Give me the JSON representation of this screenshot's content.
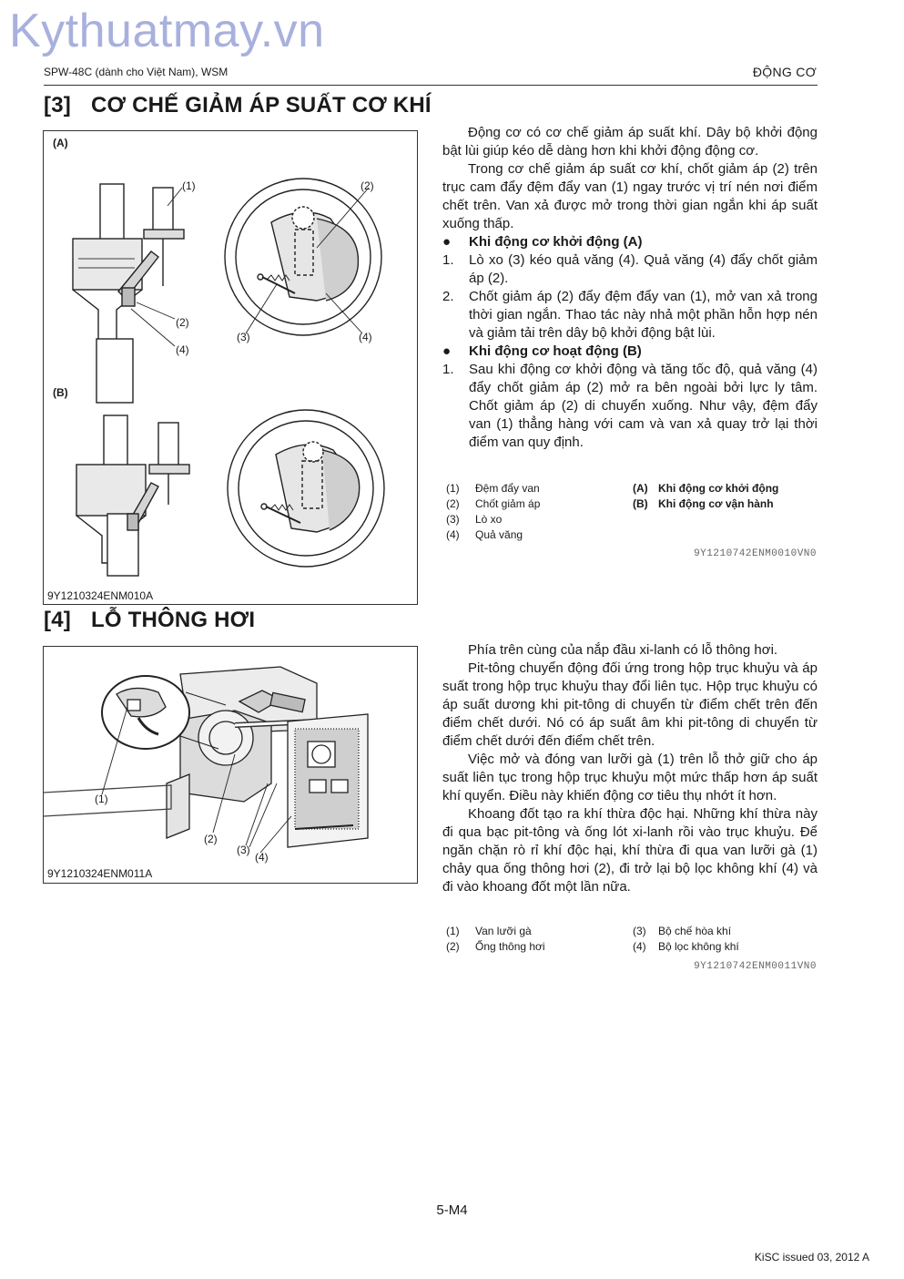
{
  "watermark": "Kythuatmay.vn",
  "header": {
    "left": "SPW-48C (dành cho Việt Nam), WSM",
    "right": "ĐỘNG CƠ"
  },
  "section3": {
    "number": "[3]",
    "title": "CƠ CHẾ GIẢM ÁP SUẤT CƠ KHÍ",
    "figure": {
      "label_a": "(A)",
      "label_b": "(B)",
      "callouts": [
        "(1)",
        "(2)",
        "(3)",
        "(4)"
      ],
      "code": "9Y1210324ENM010A"
    },
    "paragraphs": [
      "Động cơ có cơ chế giảm áp suất khí. Dây bộ khởi động bật lùi giúp kéo dễ dàng hơn khi khởi động động cơ.",
      "Trong cơ chế giảm áp suất cơ khí, chốt giảm áp (2) trên trục cam đẩy đệm đẩy van (1) ngay trước vị trí nén nơi điểm chết trên. Van xả được mở trong thời gian ngắn khi áp suất xuống thấp."
    ],
    "bullet_start": "Khi động cơ khởi động (A)",
    "start_items": [
      {
        "n": "1.",
        "text": "Lò xo (3) kéo quả văng (4). Quả văng (4) đẩy chốt giảm áp (2)."
      },
      {
        "n": "2.",
        "text": "Chốt giảm áp (2) đẩy đệm đẩy van (1), mở van xả trong thời gian ngắn. Thao tác này nhả một phần hỗn hợp nén và giảm tải trên dây bộ khởi động bật lùi."
      }
    ],
    "bullet_run": "Khi động cơ hoạt động (B)",
    "run_items": [
      {
        "n": "1.",
        "text": "Sau khi động cơ khởi động và tăng tốc độ, quả văng (4) đẩy chốt giảm áp (2) mở ra bên ngoài bởi lực ly tâm. Chốt giảm áp (2) di chuyển xuống. Như vậy, đệm đẩy van (1) thẳng hàng với cam và van xả quay trở lại thời điểm van quy định."
      }
    ],
    "legend_left": [
      {
        "k": "(1)",
        "v": "Đệm đẩy van"
      },
      {
        "k": "(2)",
        "v": "Chốt giảm áp"
      },
      {
        "k": "(3)",
        "v": "Lò xo"
      },
      {
        "k": "(4)",
        "v": "Quả văng"
      }
    ],
    "legend_right": [
      {
        "k": "(A)",
        "v": "Khi động cơ khởi động"
      },
      {
        "k": "(B)",
        "v": "Khi động cơ vận hành"
      }
    ],
    "doc_code": "9Y1210742ENM0010VN0"
  },
  "section4": {
    "number": "[4]",
    "title": "LỖ THÔNG HƠI",
    "figure": {
      "callouts": [
        "(1)",
        "(2)",
        "(3)",
        "(4)"
      ],
      "code": "9Y1210324ENM011A"
    },
    "paragraphs": [
      "Phía trên cùng của nắp đầu xi-lanh có lỗ thông hơi.",
      "Pit-tông chuyển động đối ứng trong hộp trục khuỷu và áp suất trong hộp trục khuỷu thay đổi liên tục. Hộp trục khuỷu có áp suất dương khi pit-tông di chuyển từ điểm chết trên đến điểm chết dưới. Nó có áp suất âm khi pit-tông di chuyển từ điểm chết dưới đến điểm chết trên.",
      "Việc mở và đóng van lưỡi gà (1) trên lỗ thở giữ cho áp suất liên tục trong hộp trục khuỷu một mức thấp hơn áp suất khí quyển. Điều này khiến động cơ tiêu thụ nhớt ít hơn.",
      "Khoang đốt tạo ra khí thừa độc hại. Những khí thừa này đi qua bạc pit-tông và ống lót xi-lanh rồi vào trục khuỷu. Để ngăn chặn rò rỉ khí độc hại, khí thừa đi qua van lưỡi gà (1) chảy qua ống thông hơi (2), đi trở lại bộ lọc không khí (4) và đi vào khoang đốt một lần nữa."
    ],
    "legend_left": [
      {
        "k": "(1)",
        "v": "Van lưỡi gà"
      },
      {
        "k": "(2)",
        "v": "Ống thông hơi"
      }
    ],
    "legend_right": [
      {
        "k": "(3)",
        "v": "Bộ chế hòa khí"
      },
      {
        "k": "(4)",
        "v": "Bộ lọc không khí"
      }
    ],
    "doc_code": "9Y1210742ENM0011VN0"
  },
  "footer": {
    "page": "5-M4",
    "issue": "KiSC issued 03, 2012 A"
  }
}
